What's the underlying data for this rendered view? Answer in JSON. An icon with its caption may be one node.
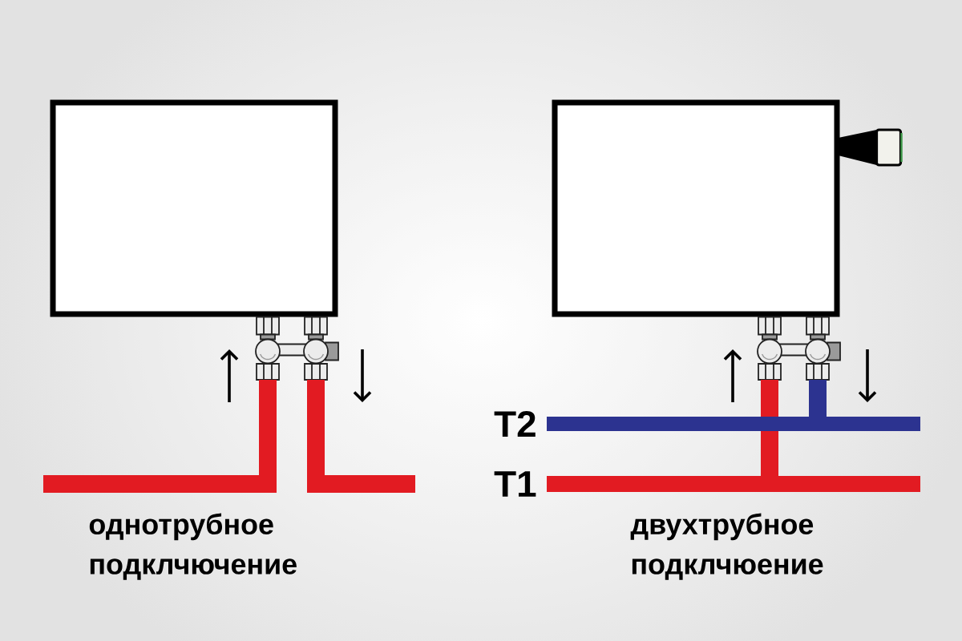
{
  "diagram": {
    "nodes": [
      {
        "text": [],
        "shape": "box"
      },
      {
        "text": [],
        "shape": "box"
      },
      {
        "text": [
          "T2"
        ]
      },
      {
        "text": [
          "T1"
        ]
      }
    ],
    "edges": [
      {
        "from": null,
        "to": 0,
        "arrow": "none"
      },
      {
        "from": 0,
        "to": null,
        "arrow": "none"
      },
      {
        "from": 3,
        "to": 1,
        "arrow": "none"
      },
      {
        "from": 1,
        "to": 2,
        "arrow": "none",
        "color": "#2c3390"
      }
    ],
    "labels": [
      "однотрубное подклчючение",
      "двухтрубное подклчюение"
    ]
  }
}
